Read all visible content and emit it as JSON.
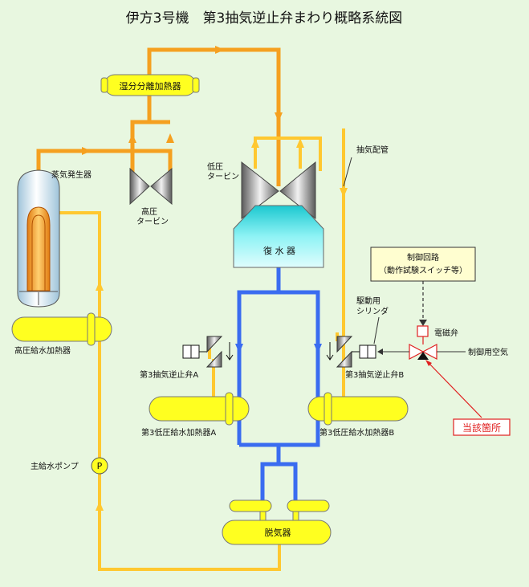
{
  "title": "伊方3号機　第3抽気逆止弁まわり概略系統図",
  "labels": {
    "moisture_separator": "湿分分離加熱器",
    "steam_generator": "蒸気発生器",
    "hp_turbine_1": "高圧",
    "hp_turbine_2": "タービン",
    "lp_turbine_1": "低圧",
    "lp_turbine_2": "タービン",
    "condenser": "復 水 器",
    "extraction_piping": "抽気配管",
    "control_circuit_1": "制御回路",
    "control_circuit_2": "（動作試験スイッチ等）",
    "drive_cylinder_1": "駆動用",
    "drive_cylinder_2": "シリンダ",
    "solenoid_valve": "電磁弁",
    "control_air": "制御用空気",
    "hp_feedwater_heater": "高圧給水加熱器",
    "check_valve_a": "第3抽気逆止弁A",
    "check_valve_b": "第3抽気逆止弁B",
    "lp_heater_a": "第3低圧給水加熱器A",
    "lp_heater_b": "第3低圧給水加熱器B",
    "relevant_location": "当該箇所",
    "main_feed_pump": "主給水ポンプ",
    "pump_symbol": "P",
    "deaerator": "脱気器"
  },
  "colors": {
    "background": "#e8f7e0",
    "main_steam": "#f5a020",
    "extraction_steam": "#ffc830",
    "condensate": "#3a6cf0",
    "equipment_yellow": "#ffff20",
    "condenser_cyan": "#40e6ea",
    "callout_red": "#e02020",
    "control_box": "#fffed0"
  }
}
